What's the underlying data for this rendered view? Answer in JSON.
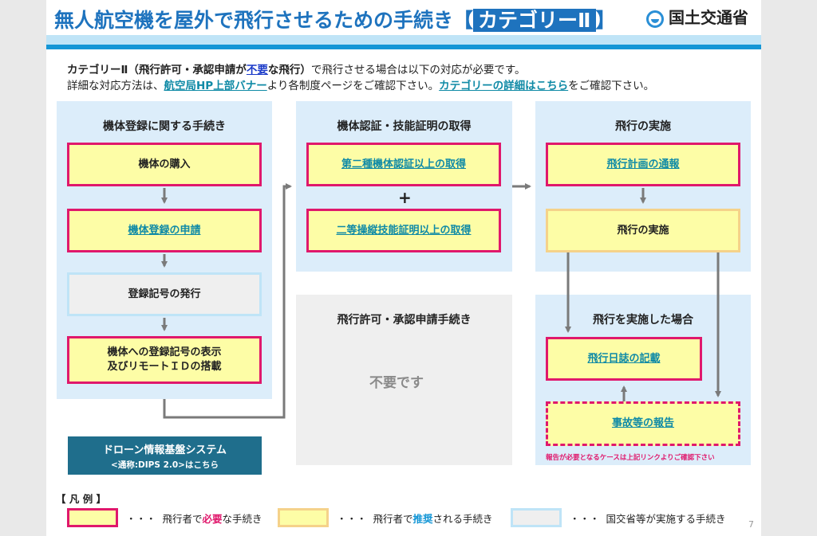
{
  "header": {
    "title_main": "無人航空機を屋外で飛行させるための手続き",
    "title_bracket_open": "【",
    "title_category": "カテゴリーⅡ",
    "title_bracket_close": "】",
    "org_name": "国土交通省"
  },
  "intro": {
    "line1_a": "カテゴリーⅡ（飛行許可・承認申請が",
    "line1_link": "不要",
    "line1_b": "な飛行）",
    "line1_c": "で飛行させる場合は以下の対応が必要です。",
    "line2_a": "詳細な対応方法は、",
    "line2_link1": "航空局HP上部バナー",
    "line2_b": "より各制度ページをご確認下さい。",
    "line2_link2": "カテゴリーの詳細はこちら",
    "line2_c": "をご確認下さい。"
  },
  "col1": {
    "title": "機体登録に関する手続き",
    "step1": "機体の購入",
    "step2": "機体登録の申請",
    "step3": "登録記号の発行",
    "step4_line1": "機体への登録記号の表示",
    "step4_line2": "及びリモートＩＤの搭載"
  },
  "col2": {
    "title": "機体認証・技能証明の取得",
    "step1": "第二種機体認証以上の取得",
    "plus": "+",
    "step2": "二等操縦技能証明以上の取得"
  },
  "col3": {
    "title": "飛行の実施",
    "step1": "飛行計画の通報",
    "step2": "飛行の実施"
  },
  "permit": {
    "title": "飛行許可・承認申請手続き",
    "status": "不要です"
  },
  "after": {
    "title": "飛行を実施した場合",
    "step1": "飛行日誌の記載",
    "step2": "事故等の報告",
    "note": "報告が必要となるケースは上記リンクよりご確認下さい"
  },
  "dips": {
    "line1": "ドローン情報基盤システム",
    "line2": "<通称:DIPS 2.0>はこちら"
  },
  "legend": {
    "title": "【 凡 例 】",
    "dots": "・・・",
    "item1_a": "飛行者で",
    "item1_em": "必要",
    "item1_b": "な手続き",
    "item2_a": "飛行者で",
    "item2_em": "推奨",
    "item2_b": "される手続き",
    "item3": "国交省等が実施する手続き"
  },
  "page_number": "7",
  "colors": {
    "title_blue": "#1e73be",
    "required_border": "#e0186c",
    "recommended_border": "#f5d28a",
    "mlit_border": "#bfe4f7",
    "box_fill": "#fdfda6",
    "panel_blue": "#dcedfa",
    "link_teal": "#0f8aa6"
  }
}
